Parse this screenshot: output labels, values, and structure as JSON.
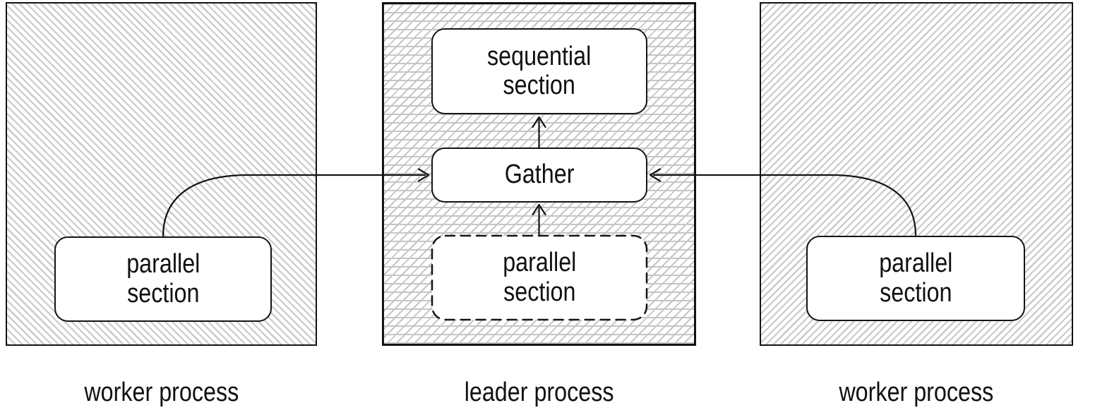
{
  "colors": {
    "background": "#ffffff",
    "line_stroke": "#141414",
    "hatch_gray": "#c9c9c9",
    "text": "#111111"
  },
  "left_worker": {
    "label": "worker process",
    "hatch_style": "diagonal-backslash",
    "parallel": {
      "text": "parallel\nsection",
      "border": "solid"
    }
  },
  "leader": {
    "label": "leader process",
    "hatch_style": "horizontal-plus-slash-crosshatch",
    "sequential": {
      "text": "sequential\nsection",
      "border": "solid"
    },
    "gather": {
      "text": "Gather",
      "border": "solid"
    },
    "parallel": {
      "text": "parallel\nsection",
      "border": "dashed"
    }
  },
  "right_worker": {
    "label": "worker process",
    "hatch_style": "diagonal-slash",
    "parallel": {
      "text": "parallel\nsection",
      "border": "solid"
    }
  },
  "edges": [
    {
      "from": "left-worker parallel section",
      "to": "Gather",
      "style": "curved, open arrowhead into left side of Gather"
    },
    {
      "from": "right-worker parallel section",
      "to": "Gather",
      "style": "curved, open arrowhead into right side of Gather"
    },
    {
      "from": "leader parallel section",
      "to": "Gather",
      "style": "straight up, open arrowhead"
    },
    {
      "from": "Gather",
      "to": "sequential section",
      "style": "straight up, open arrowhead"
    }
  ]
}
